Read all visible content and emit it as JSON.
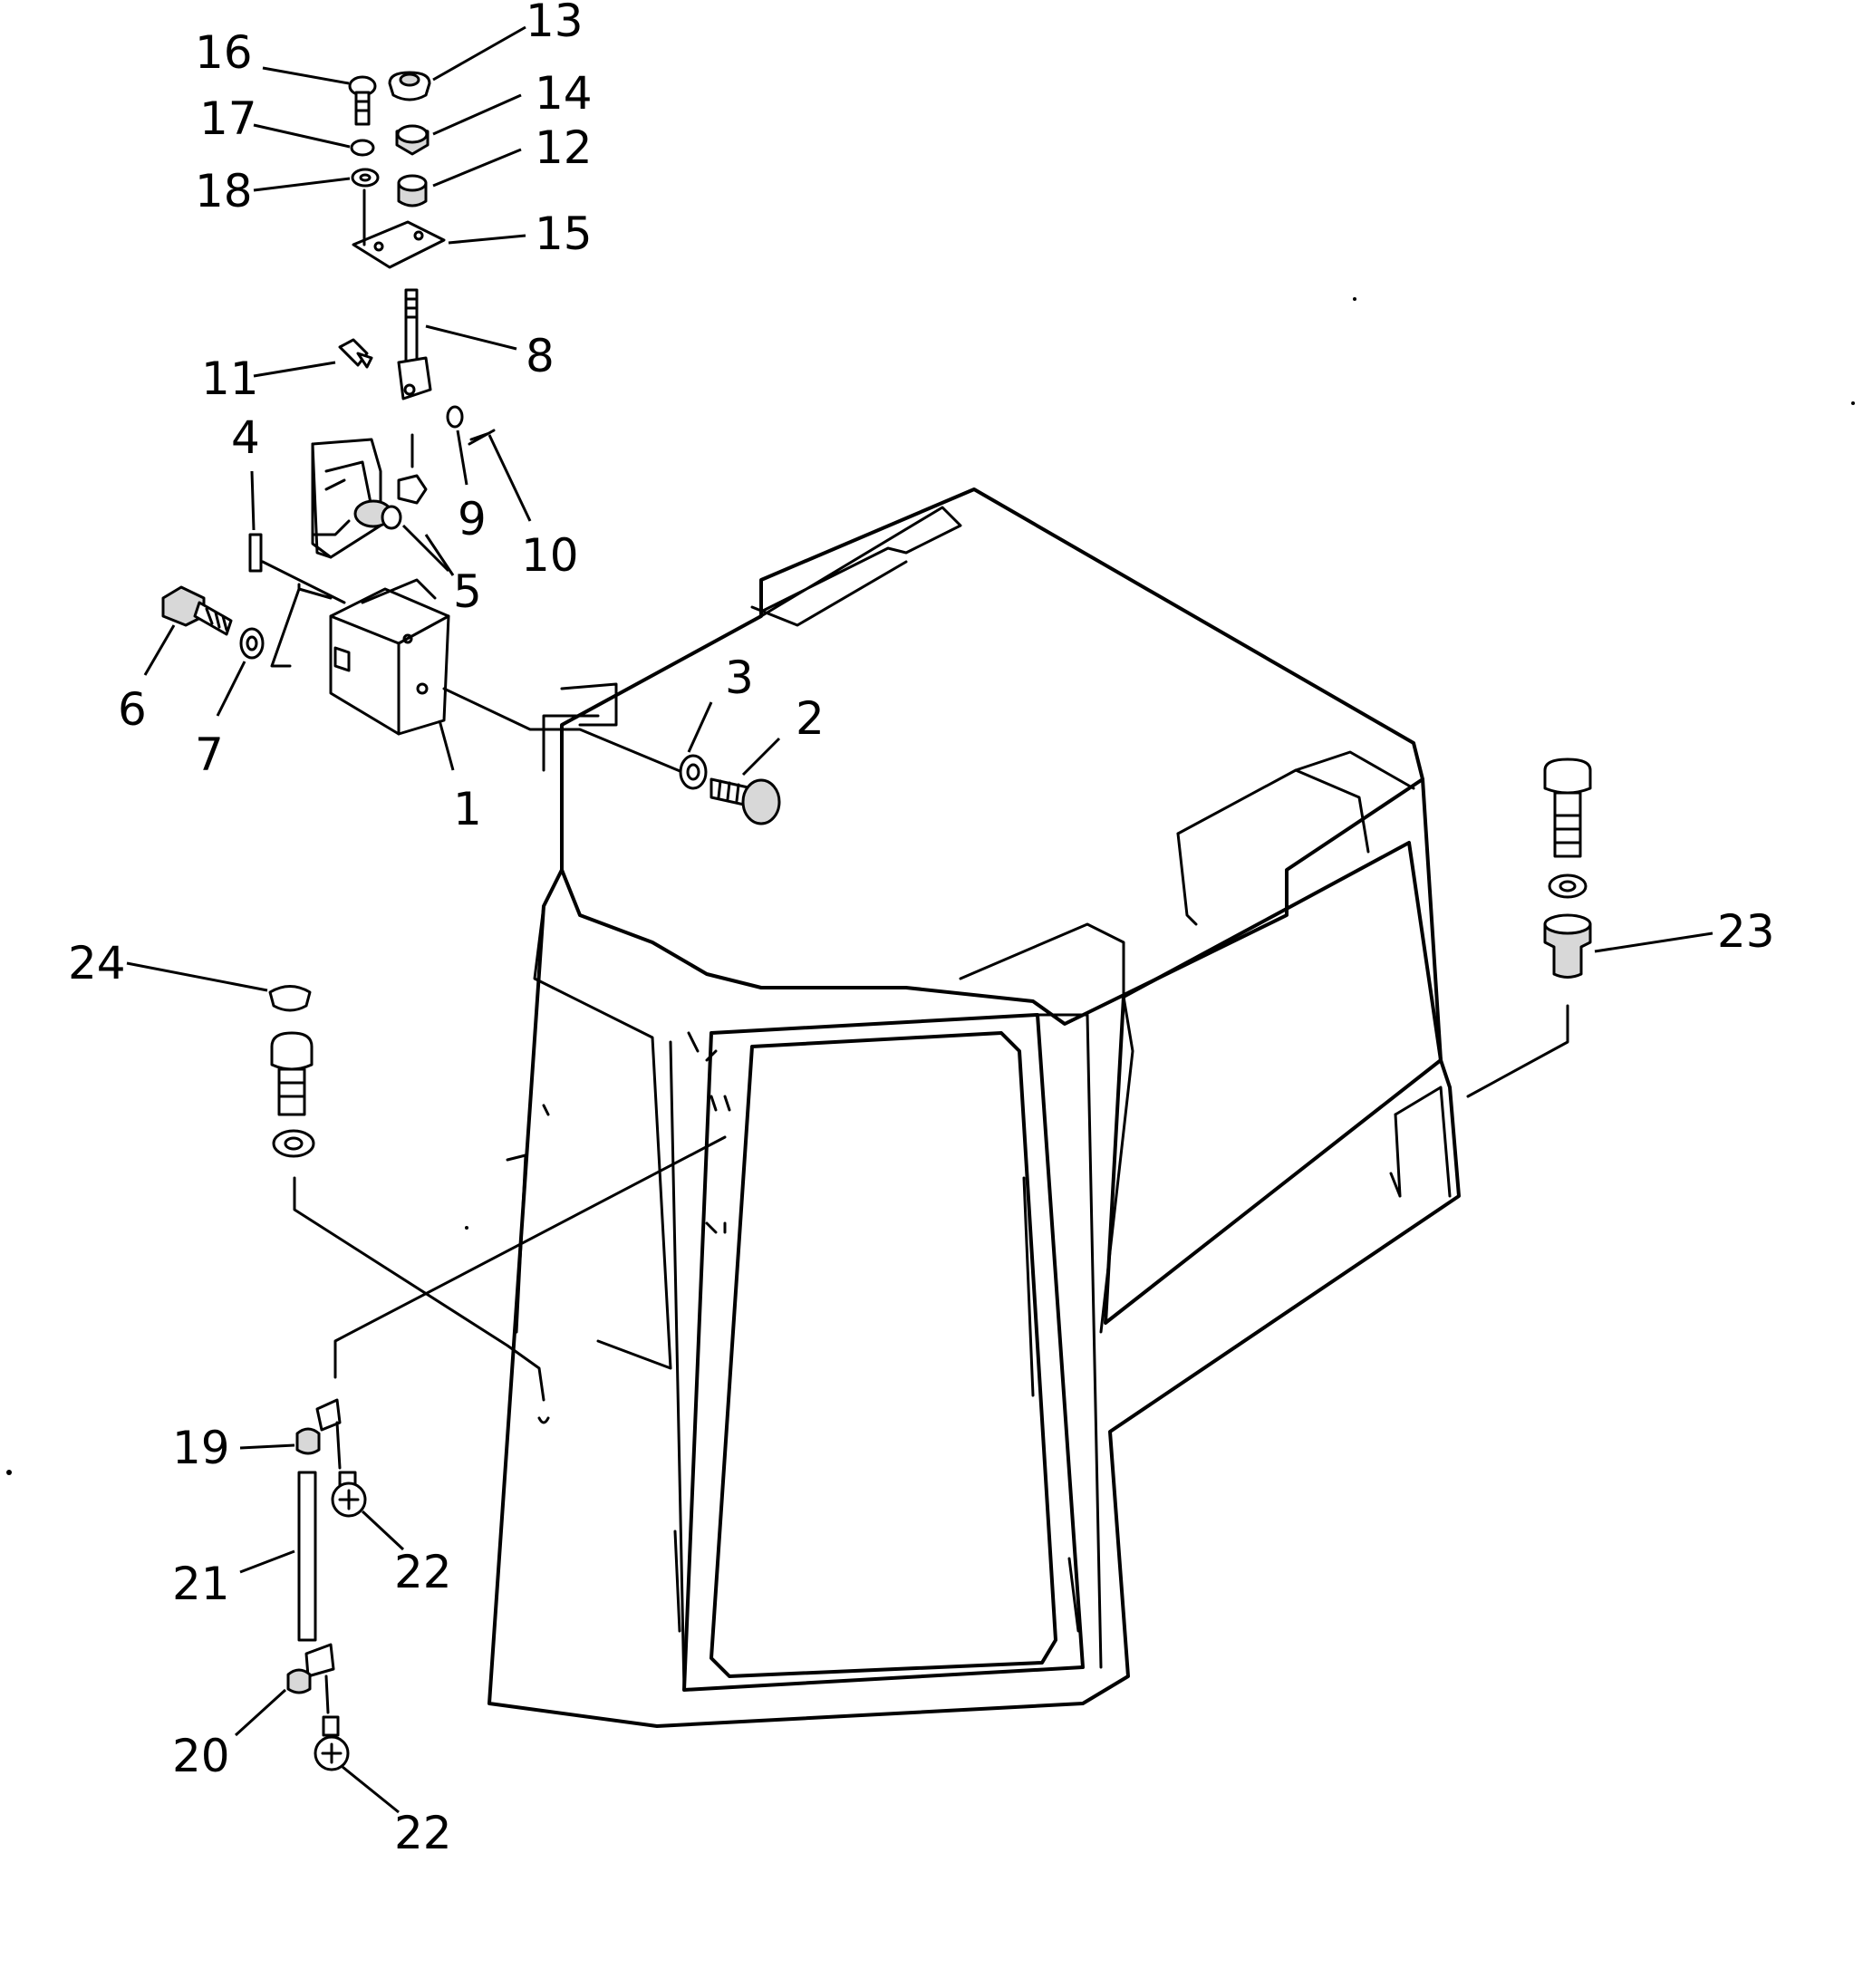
{
  "callouts": [
    {
      "id": "1",
      "text": "1"
    },
    {
      "id": "2",
      "text": "2"
    },
    {
      "id": "3",
      "text": "3"
    },
    {
      "id": "4",
      "text": "4"
    },
    {
      "id": "5",
      "text": "5"
    },
    {
      "id": "6",
      "text": "6"
    },
    {
      "id": "7",
      "text": "7"
    },
    {
      "id": "8",
      "text": "8"
    },
    {
      "id": "9",
      "text": "9"
    },
    {
      "id": "10",
      "text": "10"
    },
    {
      "id": "11",
      "text": "11"
    },
    {
      "id": "12",
      "text": "12"
    },
    {
      "id": "13",
      "text": "13"
    },
    {
      "id": "14",
      "text": "14"
    },
    {
      "id": "15",
      "text": "15"
    },
    {
      "id": "16",
      "text": "16"
    },
    {
      "id": "17",
      "text": "17"
    },
    {
      "id": "18",
      "text": "18"
    },
    {
      "id": "19",
      "text": "19"
    },
    {
      "id": "20",
      "text": "20"
    },
    {
      "id": "21",
      "text": "21"
    },
    {
      "id": "22a",
      "text": "22"
    },
    {
      "id": "22b",
      "text": "22"
    },
    {
      "id": "23",
      "text": "23"
    },
    {
      "id": "24",
      "text": "24"
    }
  ]
}
